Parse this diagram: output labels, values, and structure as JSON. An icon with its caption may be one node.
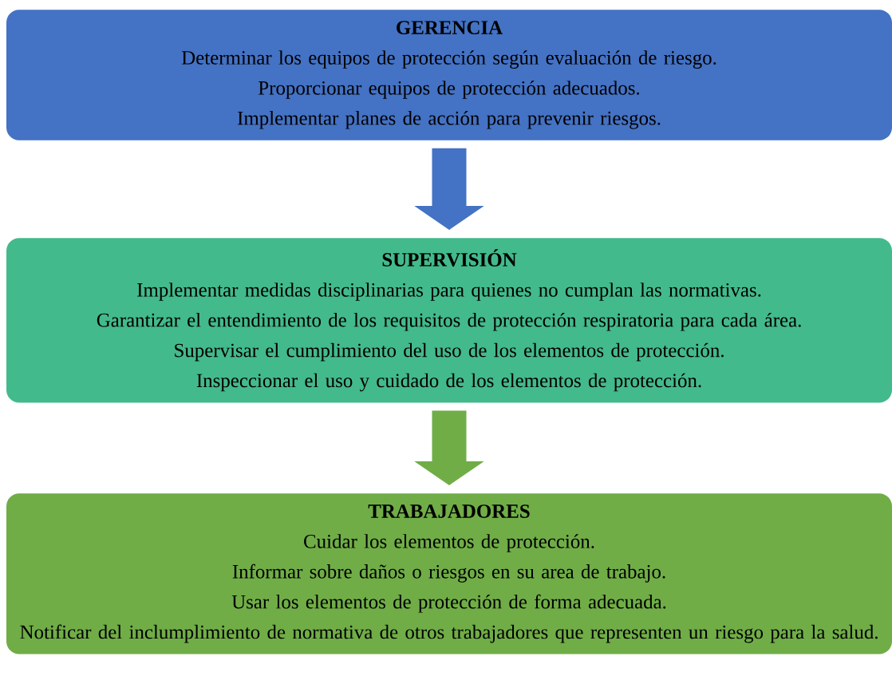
{
  "diagram": {
    "nodes": [
      {
        "text": [
          "GERENCIA",
          "Determinar los equipos de protección según evaluación de riesgo.",
          "Proporcionar equipos de protección adecuados.",
          "Implementar planes de acción para prevenir riesgos."
        ]
      },
      {
        "text": [
          "SUPERVISIÓN",
          "Implementar medidas disciplinarias para quienes no cumplan las normativas.",
          "Garantizar el entendimiento de los requisitos de protección respiratoria para cada área.",
          "Supervisar el cumplimiento del uso de los elementos de protección.",
          "Inspeccionar el uso y cuidado de los elementos de protección."
        ]
      },
      {
        "text": [
          "TRABAJADORES",
          "Cuidar los elementos de protección.",
          "Informar sobre daños o riesgos en su area de trabajo.",
          "Usar los elementos de protección de forma adecuada.",
          "Notificar del inclumplimiento de normativa de otros trabajadores que representen un riesgo para la salud."
        ]
      }
    ],
    "edges": [
      {
        "from": 0,
        "to": 1,
        "arrow": "to",
        "color": "#4472c4"
      },
      {
        "from": 1,
        "to": 2,
        "arrow": "to",
        "color": "#70ad47"
      }
    ]
  }
}
